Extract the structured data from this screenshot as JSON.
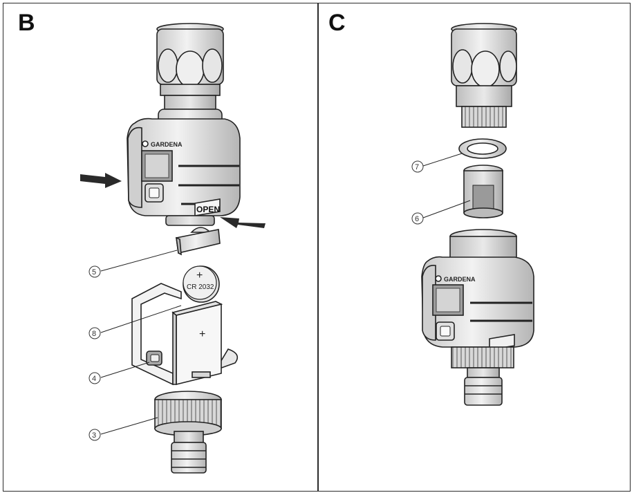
{
  "panels": {
    "b": {
      "letter": "B"
    },
    "c": {
      "letter": "C"
    }
  },
  "callouts": {
    "c3": "3",
    "c4": "4",
    "c5": "5",
    "c6": "6",
    "c7": "7",
    "c8": "8"
  },
  "product_markings": {
    "brand": "GARDENA",
    "open_label": "OPEN",
    "battery": "CR 2032",
    "plus": "+"
  }
}
